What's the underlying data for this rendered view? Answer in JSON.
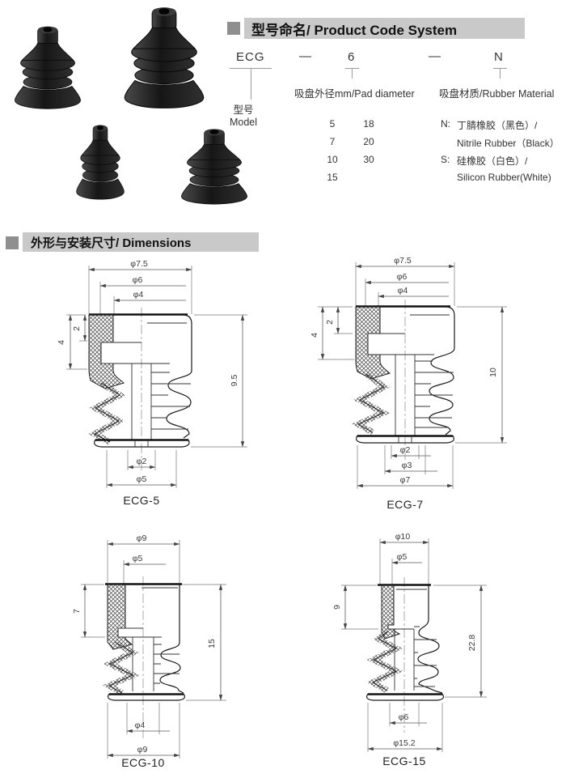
{
  "product_code_section": {
    "title": "型号命名/ Product Code System",
    "code": {
      "prefix": "ECG",
      "dash1": "—",
      "size": "6",
      "dash2": "—",
      "material": "N"
    },
    "model_label": {
      "cn": "型号",
      "en": "Model"
    },
    "pad_diameter": {
      "label": "吸盘外径mm/Pad diameter",
      "col1": [
        "5",
        "7",
        "10",
        "15"
      ],
      "col2": [
        "18",
        "20",
        "30"
      ]
    },
    "rubber_material": {
      "label": "吸盘材质/Rubber Material",
      "options": [
        {
          "code": "N:",
          "name_cn": "丁腈橡胶（黑色）/",
          "name_en": "Nitrile Rubber（Black）"
        },
        {
          "code": "S:",
          "name_cn": "硅橡胶（白色）/",
          "name_en": "Silicon Rubber(White)"
        }
      ]
    }
  },
  "dimensions_section": {
    "title": "外形与安装尺寸/ Dimensions",
    "drawings": {
      "ecg5": {
        "label": "ECG-5",
        "d1": "φ7.5",
        "d2": "φ6",
        "d3": "φ4",
        "left1": "4",
        "left2": "2",
        "height": "9.5",
        "b1": "φ2",
        "b2": "φ5"
      },
      "ecg7": {
        "label": "ECG-7",
        "d1": "φ7.5",
        "d2": "φ6",
        "d3": "φ4",
        "left1": "4",
        "left2": "2",
        "height": "10",
        "b1": "φ2",
        "b2": "φ3",
        "b3": "φ7"
      },
      "ecg10": {
        "label": "ECG-10",
        "d1": "φ9",
        "d2": "φ5",
        "left1": "7",
        "height": "15",
        "b1": "φ4",
        "b2": "φ9"
      },
      "ecg15": {
        "label": "ECG-15",
        "d1": "φ10",
        "d2": "φ5",
        "left1": "9",
        "height": "22.8",
        "b1": "φ6",
        "b2": "φ15.2"
      }
    }
  }
}
